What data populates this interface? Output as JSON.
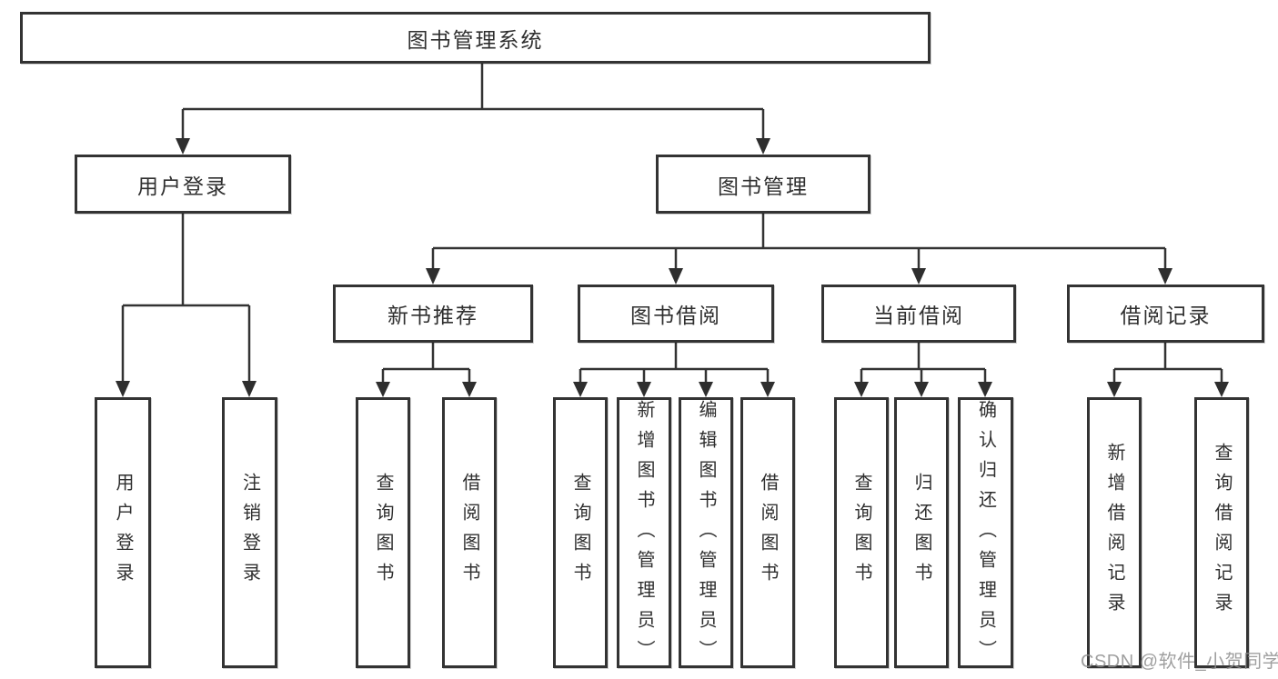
{
  "diagram": {
    "root_label": "图书管理系统",
    "user_login": {
      "label": "用户登录",
      "children": [
        "用户登录",
        "注销登录"
      ]
    },
    "book_management": {
      "label": "图书管理",
      "modules": [
        {
          "label": "新书推荐",
          "children": [
            "查询图书",
            "借阅图书"
          ]
        },
        {
          "label": "图书借阅",
          "children": [
            "查询图书",
            "新增图书（管理员）",
            "编辑图书（管理员）",
            "借阅图书"
          ]
        },
        {
          "label": "当前借阅",
          "children": [
            "查询图书",
            "归还图书",
            "确认归还（管理员）"
          ]
        },
        {
          "label": "借阅记录",
          "children": [
            "新增借阅记录",
            "查询借阅记录"
          ]
        }
      ]
    }
  },
  "watermark": {
    "text": "CSDN @软件_小贺同学"
  },
  "colors": {
    "line": "#333333",
    "box_border": "#333333",
    "box_fill": "#ffffff",
    "text": "#2f2f2f",
    "watermark": "#8f8f8f"
  }
}
